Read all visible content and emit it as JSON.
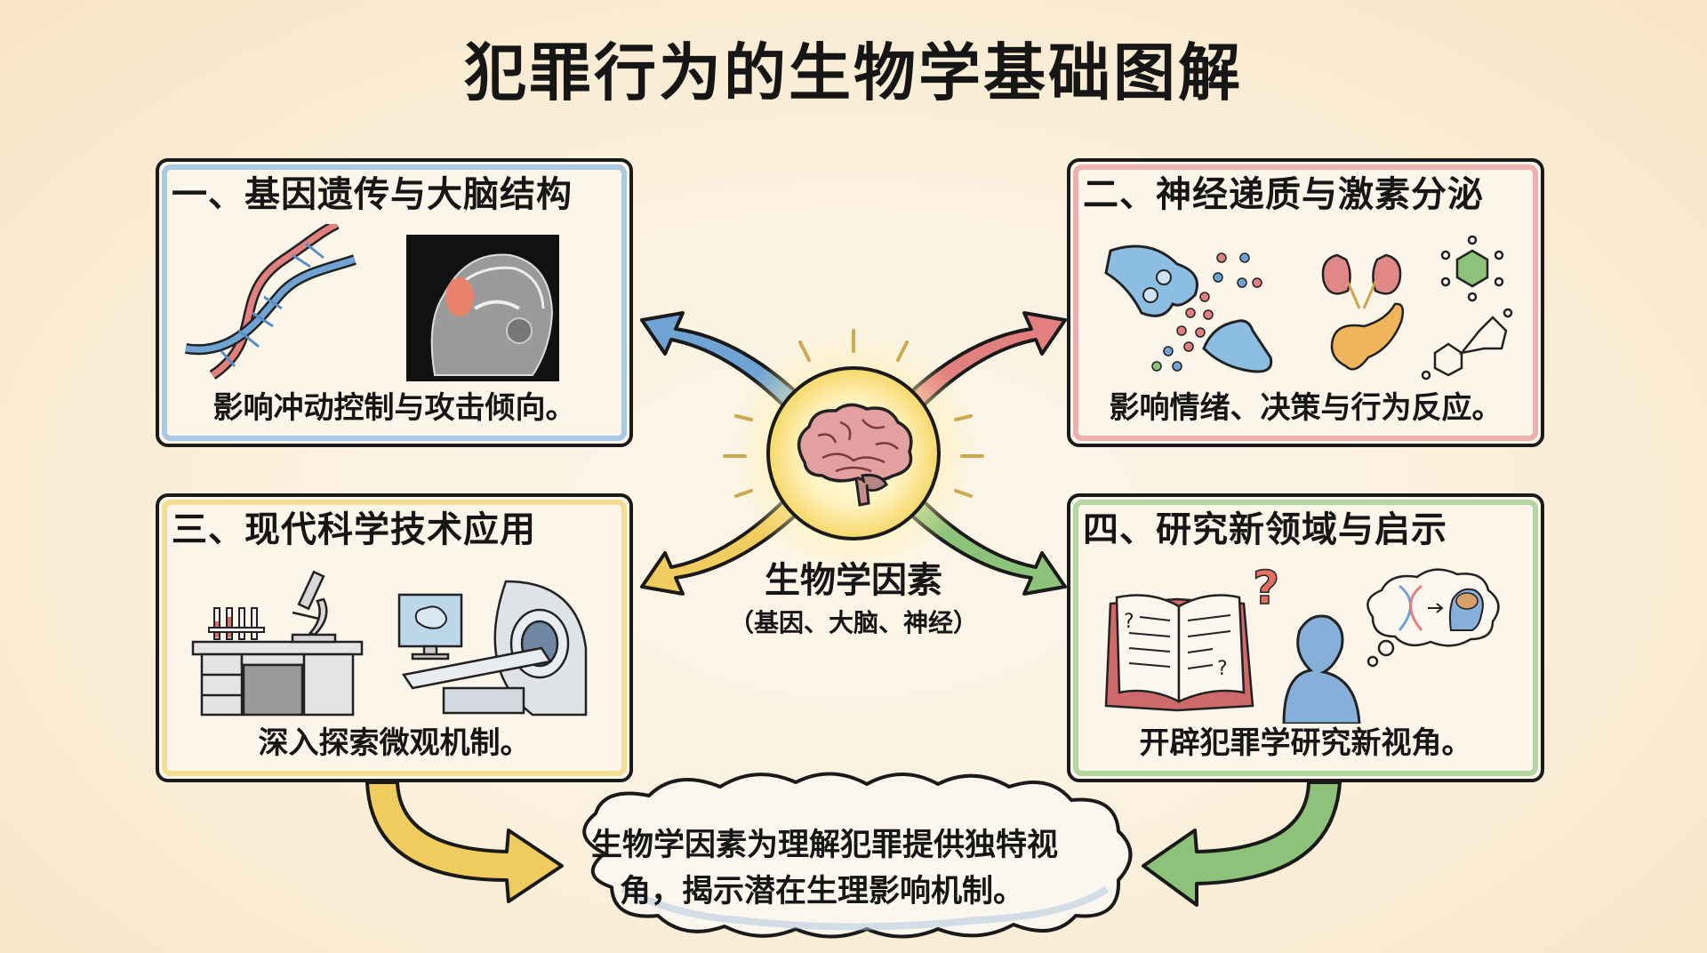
{
  "title": "犯罪行为的生物学基础图解",
  "colors": {
    "background": "#fbf1de",
    "panel_blue": "#8fb9e0",
    "panel_red": "#e79a9a",
    "panel_yellow": "#f0d676",
    "panel_green": "#9ccb8a",
    "arrow_blue": "#6fa3d4",
    "arrow_red": "#e27f7f",
    "arrow_yellow": "#f0cc5e",
    "arrow_green": "#8cc27a",
    "text": "#161616"
  },
  "center": {
    "icon": "brain-icon",
    "label": "生物学因素",
    "sublabel": "（基因、大脑、神经）"
  },
  "panels": [
    {
      "title": "一、基因遗传与大脑结构",
      "caption": "影响冲动控制与攻击倾向。",
      "icons": [
        "dna-helix-icon",
        "brain-mri-scan-icon"
      ]
    },
    {
      "title": "二、神经递质与激素分泌",
      "caption": "影响情绪、决策与行为反应。",
      "icons": [
        "synapse-neurotransmitter-icon",
        "kidneys-adrenal-icon",
        "hormone-molecule-icon",
        "pancreas-icon",
        "steroid-molecule-icon"
      ]
    },
    {
      "title": "三、现代科学技术应用",
      "caption": "深入探索微观机制。",
      "icons": [
        "lab-desk-icon",
        "test-tubes-icon",
        "microscope-icon",
        "monitor-brain-icon",
        "mri-scanner-icon"
      ]
    },
    {
      "title": "四、研究新领域与启示",
      "caption": "开辟犯罪学研究新视角。",
      "icons": [
        "open-book-icon",
        "question-mark-icon",
        "person-silhouette-icon",
        "thought-bubble-icon",
        "dna-to-brain-icon"
      ]
    }
  ],
  "conclusion": {
    "line1": "生物学因素为理解犯罪提供独特视",
    "line2": "角，揭示潜在生理影响机制。"
  }
}
